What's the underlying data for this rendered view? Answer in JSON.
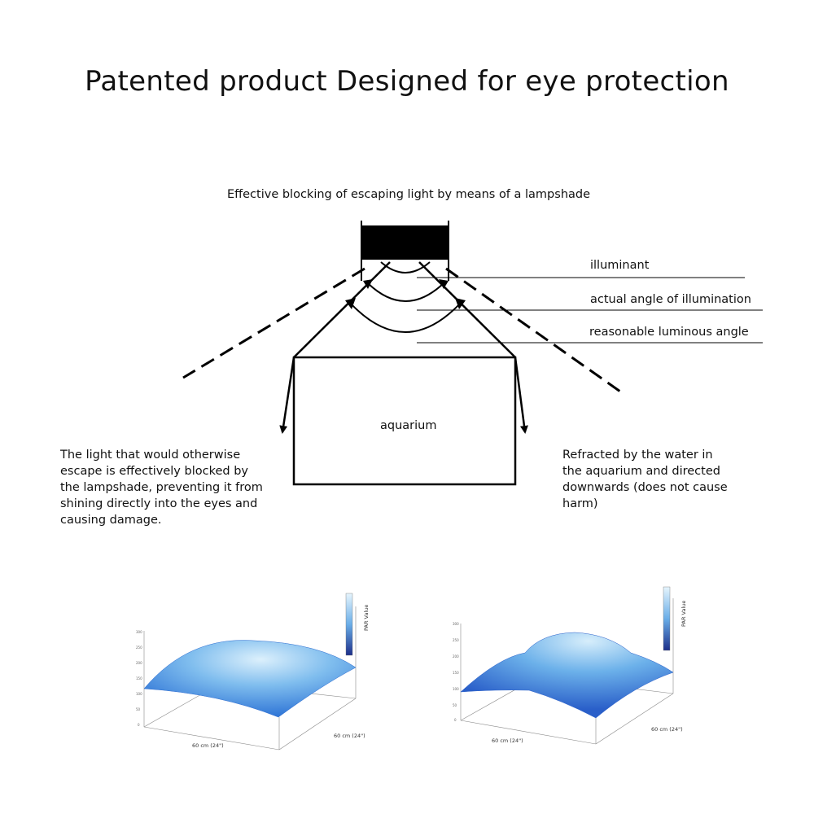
{
  "title": "Patented product Designed for eye protection",
  "subtitle": "Effective blocking of escaping light by means of a lampshade",
  "labels": {
    "illuminant": "illuminant",
    "actual_angle": "actual angle of illumination",
    "reasonable_angle": "reasonable luminous angle",
    "aquarium": "aquarium"
  },
  "notes": {
    "left": [
      "The light that would otherwise",
      "escape is effectively blocked by",
      "the lampshade, preventing it from",
      "shining directly into the eyes and",
      "causing damage."
    ],
    "right": [
      "Refracted by the water in",
      "the aquarium and directed",
      "downwards (does not cause",
      "harm)"
    ]
  },
  "charts": [
    {
      "axis_x": "60 cm (24\")",
      "axis_y": "60 cm (24\")",
      "colorbar_label": "PAR Value"
    },
    {
      "axis_x": "60 cm (24\")",
      "axis_y": "60 cm (24\")",
      "colorbar_label": "PAR Value"
    }
  ],
  "colors": {
    "ink": "#000000",
    "surface_light": "#d6ecfa",
    "surface_dark": "#1d55c4"
  }
}
